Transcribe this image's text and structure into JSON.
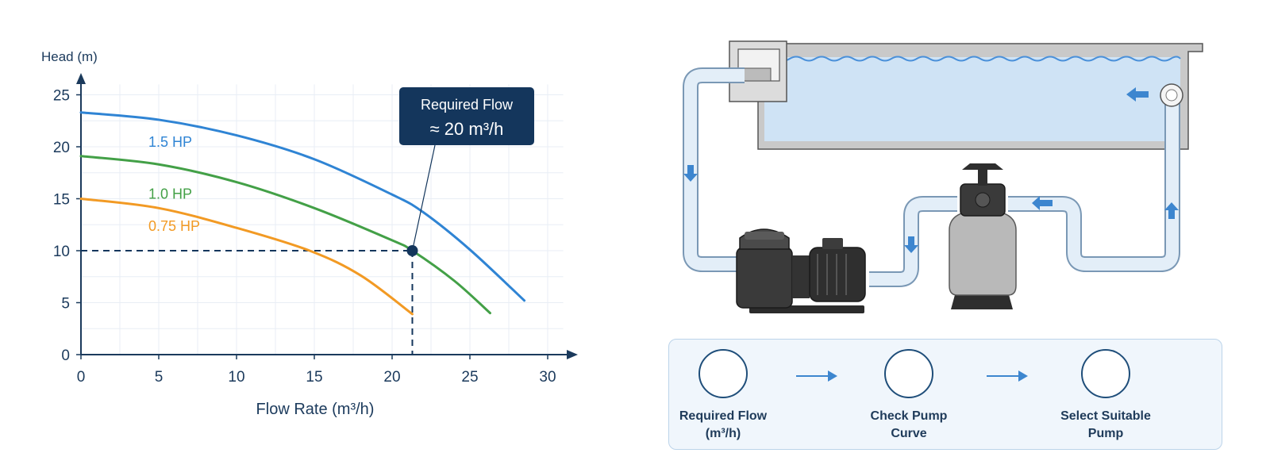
{
  "chart_data": {
    "type": "line",
    "xlabel": "Flow Rate (m³/h)",
    "ylabel": "Head (m)",
    "xlim": [
      0,
      30
    ],
    "ylim": [
      0,
      25
    ],
    "xticks": [
      "0",
      "5",
      "10",
      "15",
      "20",
      "25",
      "30"
    ],
    "yticks": [
      "0",
      "5",
      "10",
      "15",
      "20",
      "25"
    ],
    "grid": true,
    "series": [
      {
        "name": "1.5 HP",
        "color": "#2f84d4",
        "x": [
          0,
          5,
          10,
          15,
          20,
          22,
          25,
          28.5
        ],
        "y": [
          23.3,
          22.6,
          21.1,
          18.8,
          15.4,
          13.7,
          10.1,
          5.2
        ]
      },
      {
        "name": "1.0 HP",
        "color": "#43a047",
        "x": [
          0,
          5,
          10,
          15,
          20,
          21.3,
          24,
          26.3
        ],
        "y": [
          19.1,
          18.3,
          16.6,
          14.1,
          11.0,
          10.0,
          7.1,
          4.0
        ]
      },
      {
        "name": "0.75 HP",
        "color": "#f29a24",
        "x": [
          0,
          5,
          10,
          14.7,
          18,
          21.3
        ],
        "y": [
          15.0,
          14.1,
          12.2,
          10.0,
          7.6,
          3.9
        ]
      }
    ],
    "operating_point": {
      "x": 21.3,
      "y": 10
    },
    "annotation": {
      "line1": "Required Flow",
      "line2": "≈ 20 m³/h"
    }
  },
  "process_steps": [
    {
      "label_line1": "Required Flow",
      "label_line2": "(m³/h)",
      "icon": "water-drop-icon"
    },
    {
      "label_line1": "Check Pump",
      "label_line2": "Curve",
      "icon": "pump-curve-icon"
    },
    {
      "label_line1": "Select Suitable",
      "label_line2": "Pump",
      "icon": "pump-icon"
    }
  ],
  "colors": {
    "navy": "#1b3a5c",
    "flow_arrow": "#3d86cf",
    "pipe": "#e3eef8",
    "water": "#cfe3f5"
  }
}
